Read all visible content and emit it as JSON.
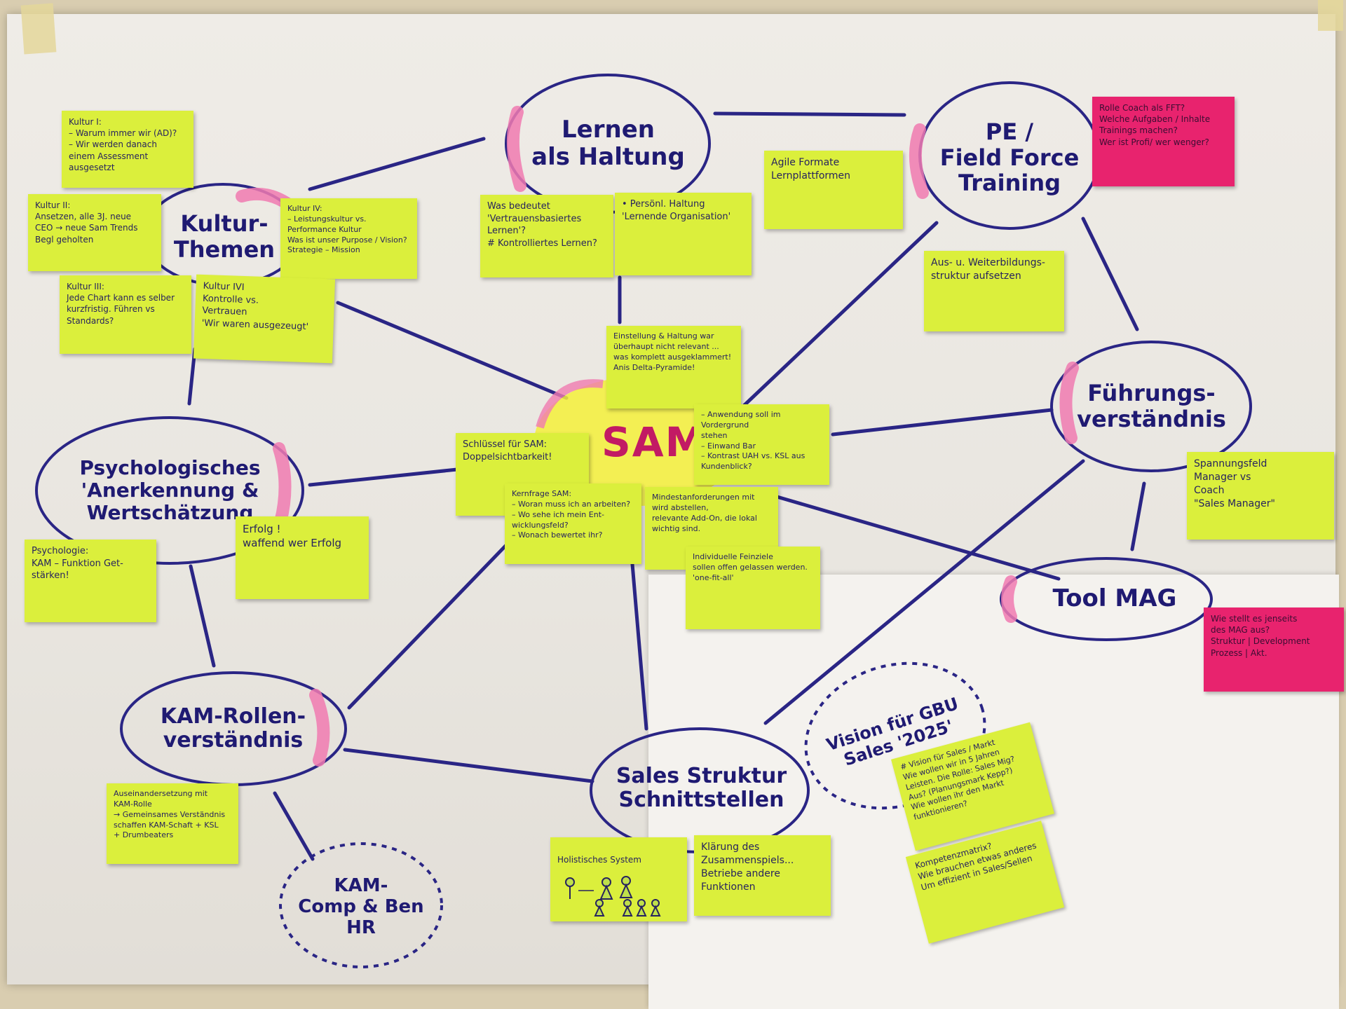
{
  "colors": {
    "ink": "#1f1a72",
    "postit": "#dbef3c",
    "postit_pink": "#e8236e",
    "highlight_pink": "#f07ab0",
    "highlight_yellow": "#f5f03a"
  },
  "center": {
    "label": "SAM"
  },
  "nodes": {
    "lernen": "Lernen\nals Haltung",
    "pe": "PE /\nField Force\nTraining",
    "kultur": "Kultur-\nThemen",
    "fuehrung": "Führungs-\nverständnis",
    "psych": "Psychologisches\n'Anerkennung &\nWertschätzung",
    "tool": "Tool MAG",
    "kam": "KAM-Rollen-\nverständnis",
    "sales": "Sales Struktur\nSchnittstellen",
    "vision": "Vision für GBU\nSales '2025'",
    "kamcomp": "KAM-\nComp & Ben\nHR"
  },
  "notes": {
    "kultur1": "Kultur I:\n– Warum immer wir (AD)?\n– Wir werden danach\n  einem Assessment ausgesetzt",
    "kultur2": "Kultur II:\nAnsetzen, alle 3J. neue\nCEO → neue Sam Trends\nBegl geholten",
    "kultur_side": "Kultur IV:\n– Leistungskultur vs.\n  Performance Kultur\nWas ist unser Purpose / Vision?\nStrategie – Mission",
    "kultur3": "Kultur III:\nJede Chart kann es selber\nkurzfristig. Führen vs Standards?",
    "kultur4": "Kultur IVI\nKontrolle vs.\nVertrauen\n'Wir waren ausgezeugt'",
    "lernen1": "Was bedeutet\n'Vertrauensbasiertes\nLernen'?\n# Kontrolliertes Lernen?",
    "lernen2": "• Persönl. Haltung\n'Lernende Organisation'",
    "agile": "Agile Formate\nLernplattformen",
    "aus": "Aus- u. Weiterbildungs-\nstruktur aufsetzen",
    "rolecoach": "Rolle Coach als FFT?\nWelche Aufgaben / Inhalte\nTrainings machen?\nWer ist Profi/ wer wenger?",
    "einstellung": "Einstellung & Haltung war\nüberhaupt nicht relevant ...\nwas komplett ausgeklammert!\nAnis   Delta-Pyramide!",
    "anwendung": "– Anwendung soll im Vordergrund\n  stehen\n– Einwand Bar\n– Kontrast UAH vs. KSL aus\n  Kundenblick?",
    "schluessel": "Schlüssel für SAM:\nDoppelsichtbarkeit!",
    "kernfrage": "Kernfrage SAM:\n– Woran muss ich an arbeiten?\n– Wo sehe ich mein Ent-\n  wicklungsfeld?\n– Wonach bewertet ihr?",
    "mindest": "Mindestanforderungen mit\nwird abstellen,\nrelevante Add-On, die lokal\nwichtig sind.",
    "individuell": "Individuelle Feinziele\nsollen offen gelassen werden.\n'one-fit-all'",
    "erfolg": "Erfolg !\nwaffend wer Erfolg",
    "psychnote": "Psychologie:\nKAM – Funktion Get-\nstärken!",
    "spannung": "Spannungsfeld\nManager vs\nCoach\n\"Sales Manager\"",
    "mag": "Wie stellt es jenseits\ndes MAG aus?\nStruktur   | Development\nProzess   | Akt.",
    "kamnote": "Auseinandersetzung mit\nKAM-Rolle\n→ Gemeinsames Verständnis\n  schaffen   KAM-Schaft + KSL\n             + Drumbeaters",
    "holistisch": "Holistisches System",
    "klaerung": "Klärung des\nZusammenspiels...\nBetriebe andere\nFunktionen",
    "vision1": "# Vision für Sales / Markt\nWie wollen wir in 5 Jahren\nLeisten. Die Rolle: Sales Mig?\nAus? (Planungsmark Kepp?)\nWie wollen ihr den Markt funktionieren?",
    "vision2": "Kompetenzmatrix?\nWie brauchen etwas anderes\nUm effizient in Sales/Sellen"
  }
}
